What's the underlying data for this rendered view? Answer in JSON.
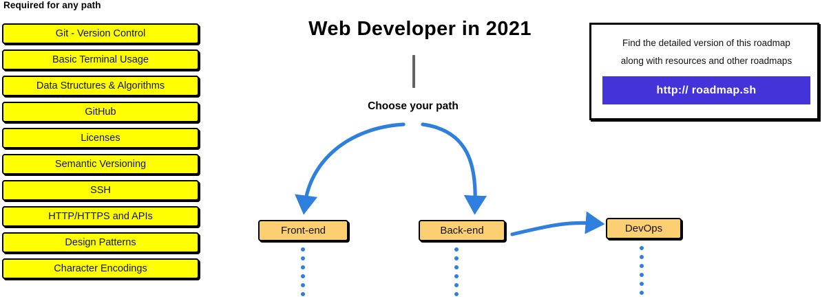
{
  "page": {
    "title": "Web Developer in 2021",
    "background": "#ffffff"
  },
  "colors": {
    "required_box_fill": "#FFFF00",
    "path_node_fill": "#FCD072",
    "arrow_blue": "#2E7FDE",
    "cta_purple": "#4333D9",
    "stem_gray": "#636363",
    "outline_black": "#000000"
  },
  "required_section": {
    "heading": "Required for any path",
    "items": [
      {
        "label": "Git - Version Control"
      },
      {
        "label": "Basic Terminal Usage"
      },
      {
        "label": "Data Structures & Algorithms"
      },
      {
        "label": "GitHub"
      },
      {
        "label": "Licenses"
      },
      {
        "label": "Semantic Versioning"
      },
      {
        "label": "SSH"
      },
      {
        "label": "HTTP/HTTPS and APIs"
      },
      {
        "label": "Design Patterns"
      },
      {
        "label": "Character Encodings"
      }
    ]
  },
  "branch": {
    "choose_label": "Choose your path",
    "nodes": [
      {
        "label": "Front-end",
        "dots": 6
      },
      {
        "label": "Back-end",
        "dots": 6
      },
      {
        "label": "DevOps",
        "dots": 6
      }
    ]
  },
  "info_box": {
    "line1": "Find the detailed version of this roadmap",
    "line2": "along with resources and other roadmaps",
    "cta_label": "http:// roadmap.sh"
  }
}
